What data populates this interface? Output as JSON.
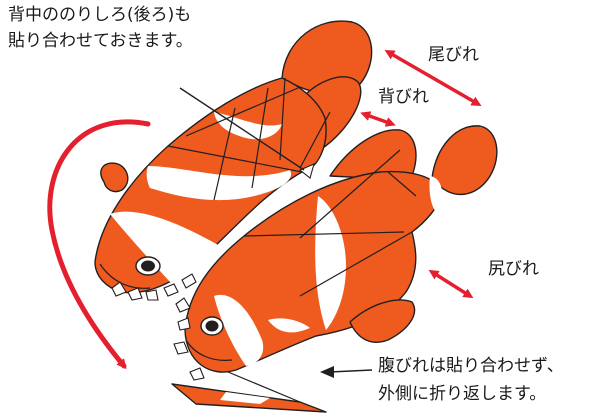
{
  "labels": {
    "note_top_line1": "背中ののりしろ(後ろ)も",
    "note_top_line2": "貼り合わせておきます。",
    "tail_fin": "尾びれ",
    "dorsal_fin": "背びれ",
    "anal_fin": "尻びれ",
    "note_bottom_line1": "腹びれは貼り合わせず、",
    "note_bottom_line2": "外側に折り返します。"
  },
  "colors": {
    "fish_orange": "#ef5a1f",
    "arrow_red": "#e5202e",
    "outline": "#231f20"
  },
  "icons": {
    "flip_arrow": "curved-red-arrow",
    "tail_arrow": "double-headed-red-arrow",
    "dorsal_arrow": "double-headed-red-arrow",
    "anal_arrow": "double-headed-red-arrow"
  }
}
